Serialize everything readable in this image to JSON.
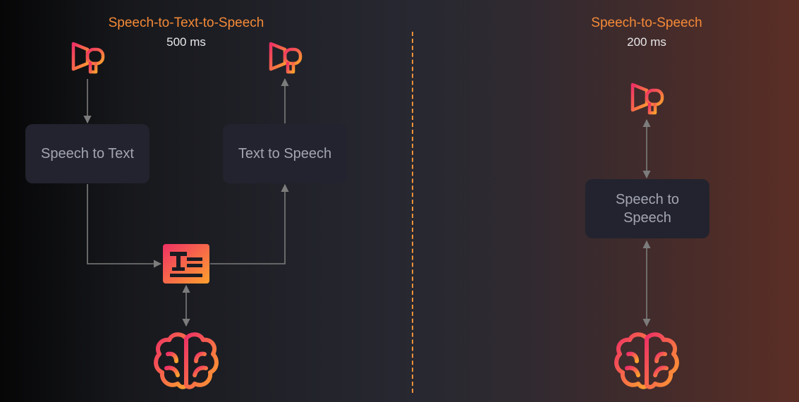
{
  "left": {
    "title": "Speech-to-Text-to-Speech",
    "latency": "500 ms",
    "box_stt": "Speech to Text",
    "box_tts": "Text to Speech"
  },
  "right": {
    "title": "Speech-to-Speech",
    "latency": "200 ms",
    "box_sts": "Speech to Speech"
  },
  "colors": {
    "accent": "#f58a37",
    "gradient_start": "#ee3065",
    "gradient_end": "#ffa02e",
    "divider": "#f5913a",
    "arrow": "#7c7c7c",
    "box": "#22232e"
  },
  "icons": [
    "megaphone-icon",
    "text-document-icon",
    "brain-icon"
  ]
}
